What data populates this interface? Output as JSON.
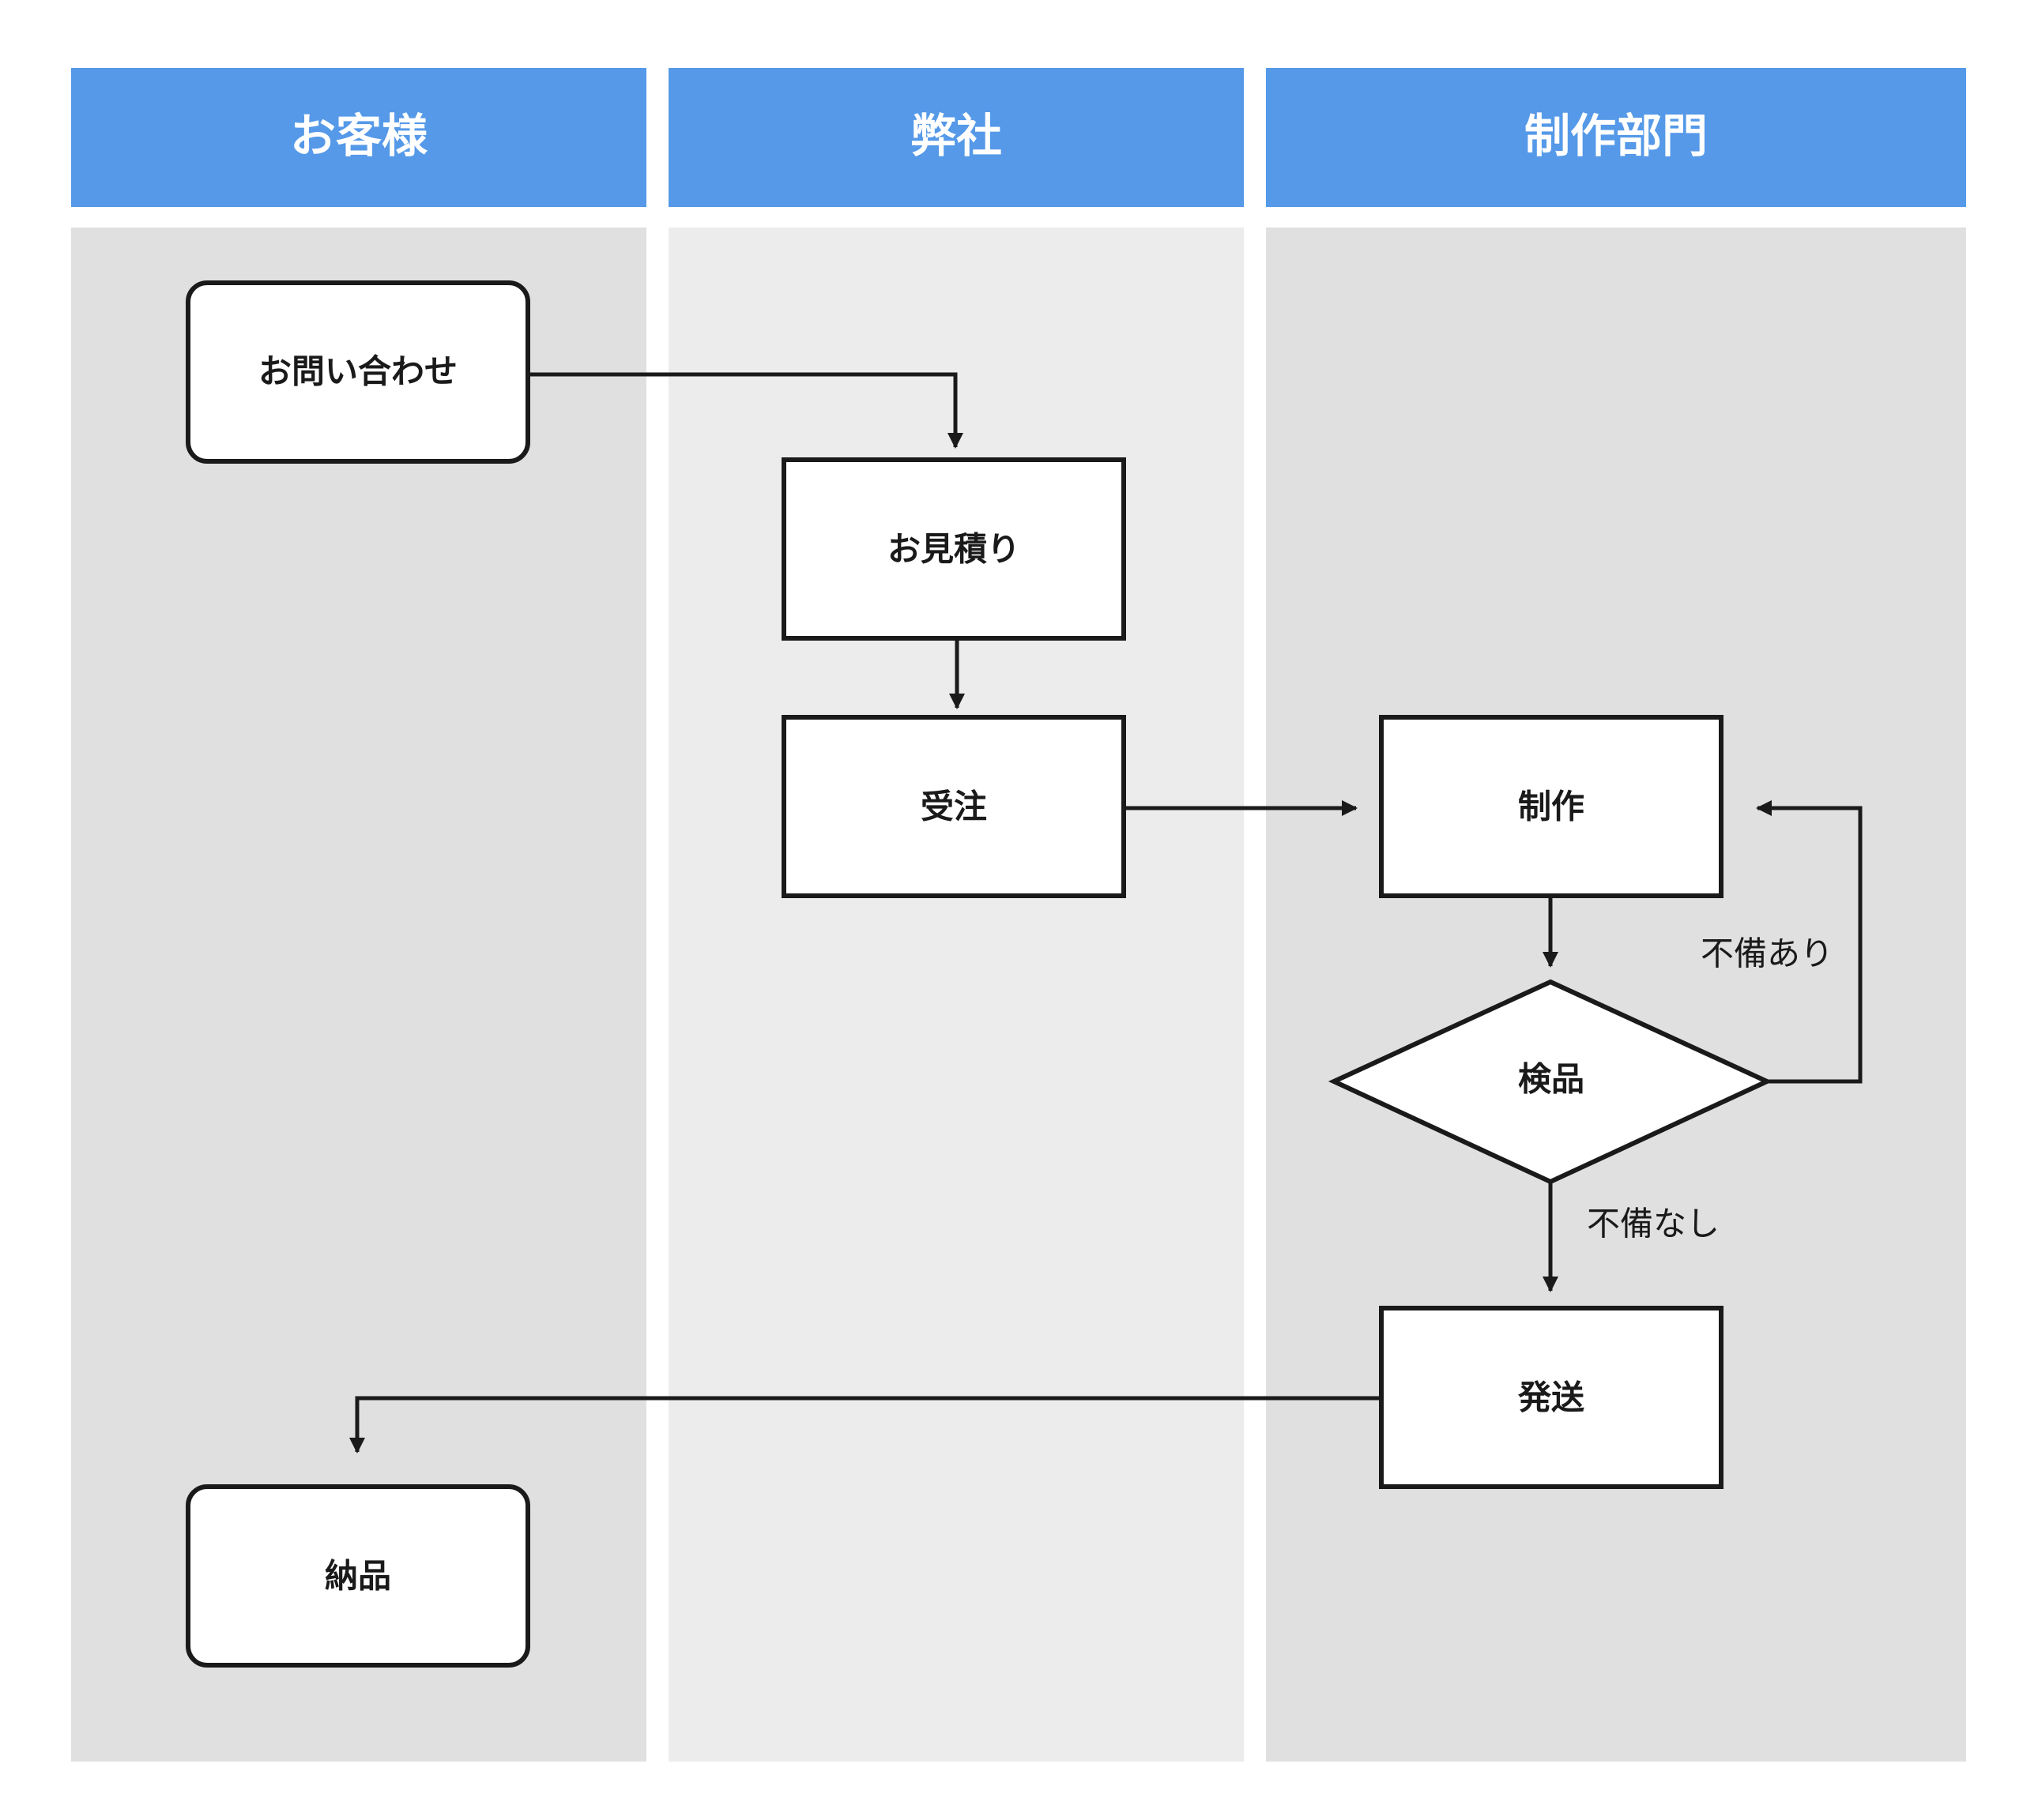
{
  "colors": {
    "header_bg": "#5599E8",
    "lane_bg_dark": "#E0E0E0",
    "lane_bg_light": "#ECECEC",
    "node_fill": "#FFFFFF",
    "stroke": "#1A1A1A"
  },
  "lanes": [
    {
      "id": "customer",
      "label": "お客様"
    },
    {
      "id": "company",
      "label": "弊社"
    },
    {
      "id": "production",
      "label": "制作部門"
    }
  ],
  "nodes": [
    {
      "id": "inquiry",
      "label": "お問い合わせ",
      "shape": "rounded-rect",
      "lane": "customer"
    },
    {
      "id": "estimate",
      "label": "お見積り",
      "shape": "rect",
      "lane": "company"
    },
    {
      "id": "order",
      "label": "受注",
      "shape": "rect",
      "lane": "company"
    },
    {
      "id": "production",
      "label": "制作",
      "shape": "rect",
      "lane": "production"
    },
    {
      "id": "inspection",
      "label": "検品",
      "shape": "diamond",
      "lane": "production"
    },
    {
      "id": "shipping",
      "label": "発送",
      "shape": "rect",
      "lane": "production"
    },
    {
      "id": "delivery",
      "label": "納品",
      "shape": "rounded-rect",
      "lane": "customer"
    }
  ],
  "edges": [
    {
      "id": "inquiry-estimate",
      "from": "inquiry",
      "to": "estimate",
      "label": ""
    },
    {
      "id": "estimate-order",
      "from": "estimate",
      "to": "order",
      "label": ""
    },
    {
      "id": "order-production",
      "from": "order",
      "to": "production",
      "label": ""
    },
    {
      "id": "production-inspection",
      "from": "production",
      "to": "inspection",
      "label": ""
    },
    {
      "id": "inspection-production",
      "from": "inspection",
      "to": "production",
      "label": "不備あり"
    },
    {
      "id": "inspection-shipping",
      "from": "inspection",
      "to": "shipping",
      "label": "不備なし"
    },
    {
      "id": "shipping-delivery",
      "from": "shipping",
      "to": "delivery",
      "label": ""
    }
  ]
}
